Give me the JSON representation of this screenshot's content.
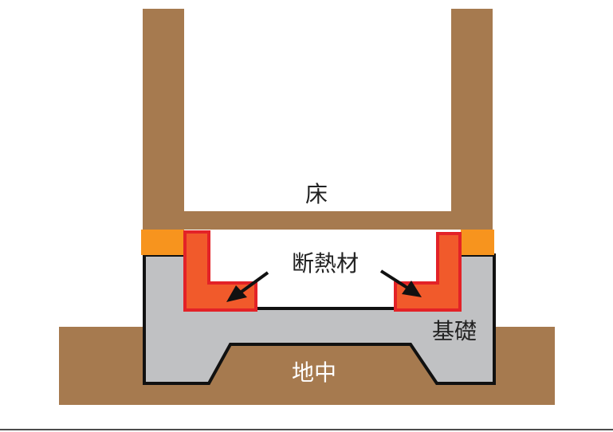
{
  "labels": {
    "floor": "床",
    "insulation": "断熱材",
    "foundation": "基礎",
    "underground": "地中"
  },
  "colors": {
    "wood": "#a67a4f",
    "concrete": "#c0c1c3",
    "outline": "#111111",
    "insulation_fill": "#f15a2b",
    "insulation_border": "#e32227",
    "sill_seal": "#f7941e",
    "arrow": "#111111",
    "text_dark": "#222222",
    "text_light": "#ffffff"
  }
}
